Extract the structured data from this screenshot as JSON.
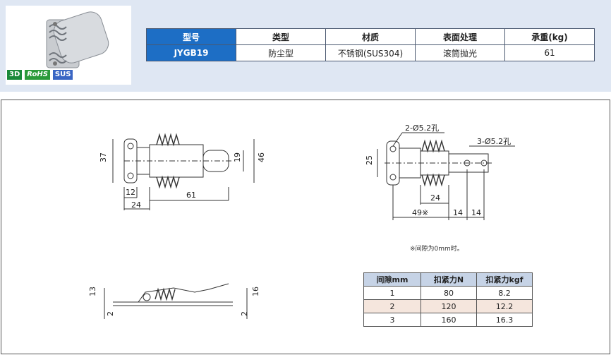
{
  "badges": {
    "three_d": "3D",
    "rohs": "RoHS",
    "sus": "SUS"
  },
  "spec_table": {
    "headers": [
      "型号",
      "类型",
      "材质",
      "表面处理",
      "承重(kg)"
    ],
    "row": [
      "JYGB19",
      "防尘型",
      "不锈钢(SUS304)",
      "滚筒抛光",
      "61"
    ]
  },
  "drawing": {
    "front_view_dims": [
      "37",
      "19",
      "46",
      "12",
      "61",
      "24"
    ],
    "side_view_dims": [
      "13",
      "2",
      "16",
      "2"
    ],
    "top_right_callouts": [
      "2-Ø5.2孔",
      "3-Ø5.2孔"
    ],
    "top_right_dims": [
      "25",
      "24",
      "49※",
      "14",
      "14"
    ],
    "note": "※间隙为0mm时。"
  },
  "force_table": {
    "headers": [
      "间隙mm",
      "扣紧力N",
      "扣紧力kgf"
    ],
    "rows": [
      [
        "1",
        "80",
        "8.2"
      ],
      [
        "2",
        "120",
        "12.2"
      ],
      [
        "3",
        "160",
        "16.3"
      ]
    ]
  },
  "colors": {
    "accent_blue": "#1d6ec5",
    "band_bg": "#dfe7f3",
    "table_head": "#c6d3e6"
  }
}
